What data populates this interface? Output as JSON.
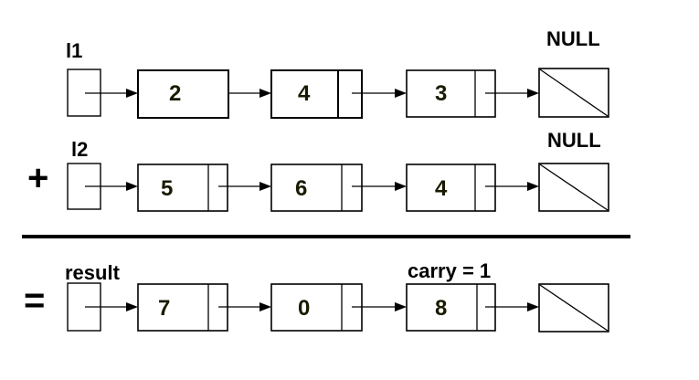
{
  "lists": [
    {
      "label": "l1",
      "values": [
        "2",
        "4",
        "3"
      ],
      "terminator_label": "NULL",
      "operator": ""
    },
    {
      "label": "l2",
      "values": [
        "5",
        "6",
        "4"
      ],
      "terminator_label": "NULL",
      "operator": "+"
    },
    {
      "label": "result",
      "values": [
        "7",
        "0",
        "8"
      ],
      "terminator_label": "",
      "operator": "=",
      "annotation": "carry = 1"
    }
  ]
}
